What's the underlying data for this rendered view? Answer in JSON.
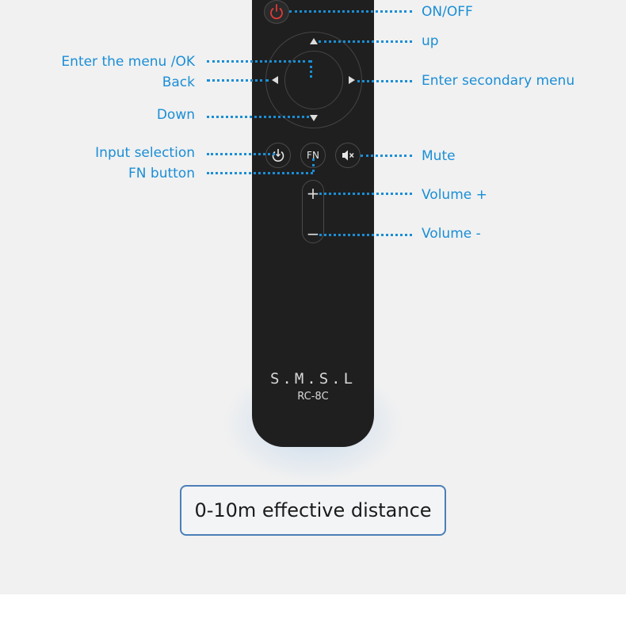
{
  "labels_right": {
    "on_off": "ON/OFF",
    "up": "up",
    "enter_secondary": "Enter secondary menu",
    "mute": "Mute",
    "volume_up": "Volume +",
    "volume_down": "Volume -"
  },
  "labels_left": {
    "enter_menu_ok": "Enter the menu /OK",
    "back": "Back",
    "down": "Down",
    "input_selection": "Input selection",
    "fn_button": "FN button"
  },
  "remote": {
    "fn_label": "FN",
    "brand": "S.M.S.L",
    "model": "RC-8C",
    "volume_plus": "+",
    "volume_minus": "−"
  },
  "distance_caption": "0-10m effective distance",
  "colors": {
    "accent": "#1a8ed6",
    "remote_body": "#1f1f1f",
    "power_red": "#e03a3a"
  }
}
